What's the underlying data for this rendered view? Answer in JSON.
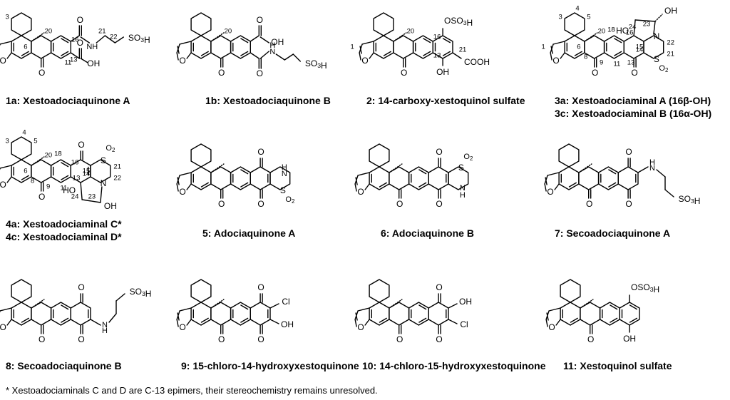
{
  "compounds": [
    {
      "caption": "1a: Xestoadociaquinone A"
    },
    {
      "caption": "1b: Xestoadociaquinone B"
    },
    {
      "caption": "2: 14-carboxy-xestoquinol sulfate"
    },
    {
      "caption": "3a: Xestoadociaminal A (16β-OH)",
      "caption2": "3c: Xestoadociaminal B (16α-OH)"
    },
    {
      "caption": "4a: Xestoadociaminal C*",
      "caption2": "4c: Xestoadociaminal D*"
    },
    {
      "caption": "5: Adociaquinone A"
    },
    {
      "caption": "6: Adociaquinone B"
    },
    {
      "caption": "7: Secoadociaquinone A"
    },
    {
      "caption": "8: Secoadociaquinone B"
    },
    {
      "caption": "9: 15-chloro-14-hydroxyxestoquinone"
    },
    {
      "caption": "10: 14-chloro-15-hydroxyxestoquinone"
    },
    {
      "caption": "11: Xestoquinol sulfate"
    }
  ],
  "atom_labels": {
    "o": "O",
    "oh": "OH",
    "cooh": "COOH",
    "so3h": "SO3H",
    "oso3h": "OSO3H",
    "nh": "NH",
    "n": "N",
    "s": "S",
    "o2": "O2",
    "cl": "Cl",
    "ho": "HO",
    "h": "H"
  },
  "numbers": {
    "n1": "1",
    "n3": "3",
    "n4": "4",
    "n5": "5",
    "n6": "6",
    "n8": "8",
    "n9": "9",
    "n11": "11",
    "n13": "13",
    "n14": "14",
    "n15": "15",
    "n16": "16",
    "n18": "18",
    "n20": "20",
    "n21": "21",
    "n22": "22",
    "n23": "23",
    "n24": "24"
  },
  "footnote": "* Xestoadociaminals C and D are C-13 epimers, their stereochemistry remains unresolved.",
  "colors": {
    "ink": "#000000",
    "background": "#ffffff"
  }
}
